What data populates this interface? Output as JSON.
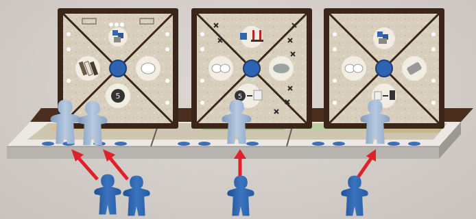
{
  "scene": {
    "type": "board-game-illustration",
    "colors": {
      "background": "#d3cfcb",
      "tile_frame": "#3b2418",
      "tile_surface": "#d9d0c0",
      "meeple_light": "#9fb6d2",
      "meeple_dark": "#2f66b0",
      "arrow": "#e0212a",
      "board_top": "#e9e6e1",
      "board_front": "#b9b5b0"
    },
    "tiles": [
      {
        "id": "tile-1",
        "top_icon": "crown-banner-icons",
        "center_icon": "blue-dot",
        "left_icon": "books-icon",
        "right_icon": "bowl-icon",
        "bottom_icon": "coin-5-icon",
        "coin_value": "5",
        "x_markers": false
      },
      {
        "id": "tile-2",
        "top_icon": "workshop-icon",
        "center_icon": "blue-dot",
        "left_icon": "bowls-icon",
        "right_icon": "animal-icon",
        "bottom_icon": "coin-exchange-icon",
        "coin_value": "5",
        "x_markers": true
      },
      {
        "id": "tile-3",
        "top_icon": "resource-pile-icon",
        "center_icon": "blue-dot",
        "left_icon": "bowls-icon",
        "right_icon": "scroll-icon",
        "bottom_icon": "exchange-icon",
        "coin_value": "",
        "x_markers": false
      }
    ],
    "placed_workers": [
      {
        "id": "worker-1",
        "color": "light-blue"
      },
      {
        "id": "worker-2",
        "color": "light-blue"
      },
      {
        "id": "worker-3",
        "color": "light-blue"
      },
      {
        "id": "worker-4",
        "color": "light-blue"
      }
    ],
    "incoming_workers": [
      {
        "id": "incoming-1",
        "color": "dark-blue"
      },
      {
        "id": "incoming-2",
        "color": "dark-blue"
      },
      {
        "id": "incoming-3",
        "color": "dark-blue"
      },
      {
        "id": "incoming-4",
        "color": "dark-blue"
      }
    ],
    "arrows": 4
  }
}
